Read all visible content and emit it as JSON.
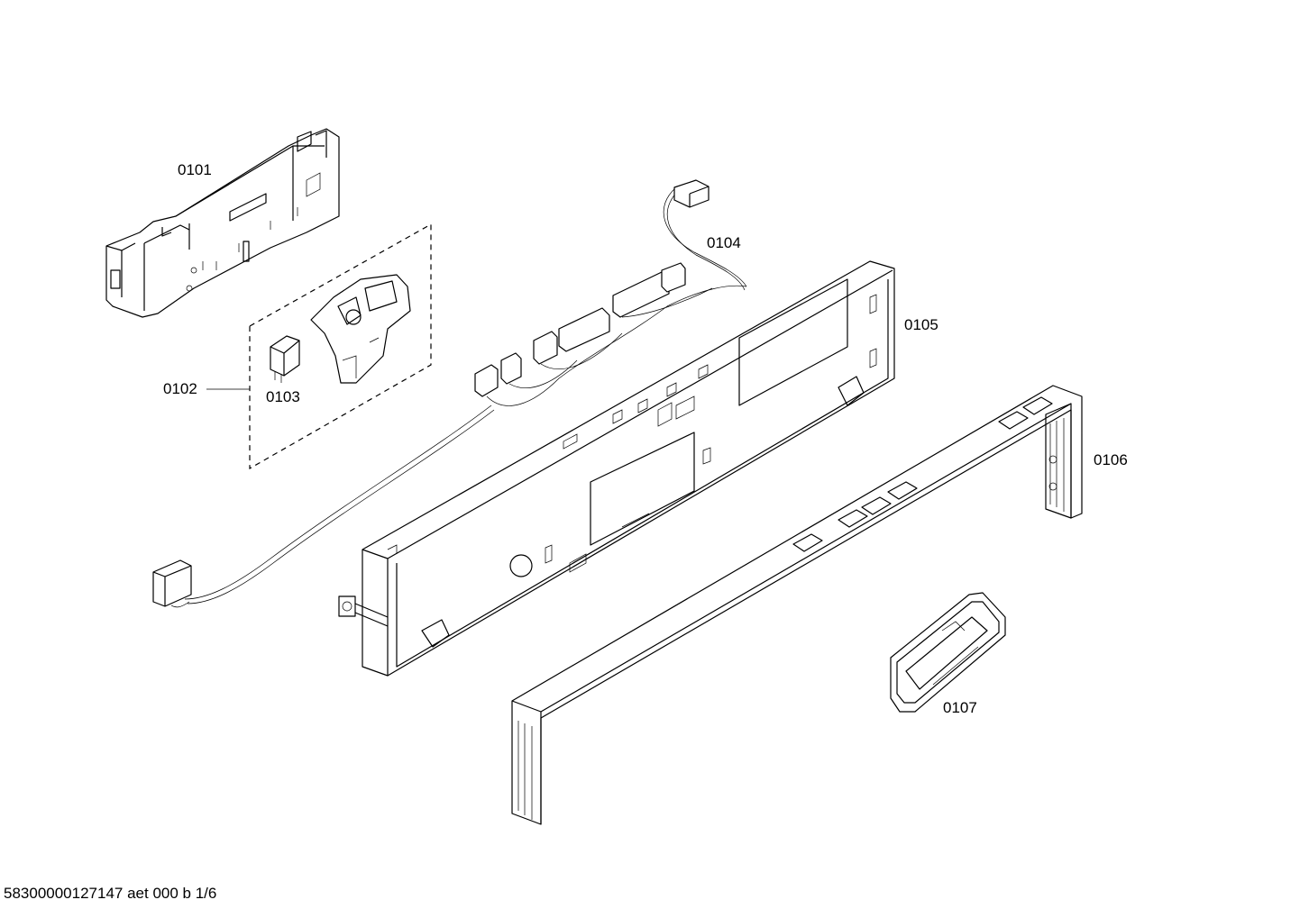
{
  "parts": [
    {
      "id": "0101",
      "label": "0101"
    },
    {
      "id": "0102",
      "label": "0102"
    },
    {
      "id": "0103",
      "label": "0103"
    },
    {
      "id": "0104",
      "label": "0104"
    },
    {
      "id": "0105",
      "label": "0105"
    },
    {
      "id": "0106",
      "label": "0106"
    },
    {
      "id": "0107",
      "label": "0107"
    }
  ],
  "footer": {
    "text": "58300000127147 aet 000 b 1/6"
  }
}
